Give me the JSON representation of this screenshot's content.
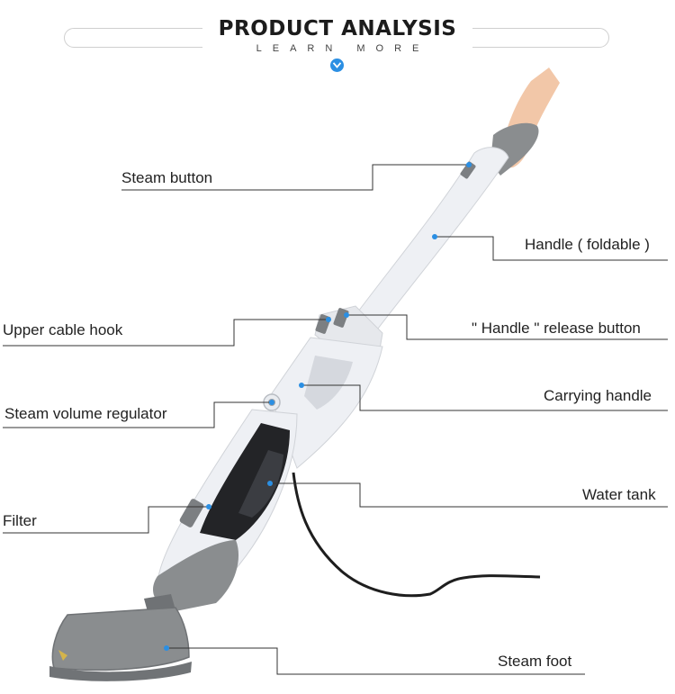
{
  "header": {
    "title": "PRODUCT ANALYSIS",
    "subtitle": "LEARN MORE"
  },
  "labels": {
    "steam_button": "Steam button",
    "handle_foldable": "Handle ( foldable )",
    "upper_cable_hook": "Upper cable hook",
    "handle_release_button": "\" Handle \" release button",
    "steam_volume_regulator": "Steam volume regulator",
    "carrying_handle": "Carrying handle",
    "filter": "Filter",
    "water_tank": "Water tank",
    "steam_foot": "Steam foot"
  },
  "colors": {
    "accent_blue": "#2b8fe3",
    "body_white": "#eef0f4",
    "body_grey": "#8a8d8f",
    "tank_dark": "#222326",
    "line": "#333333"
  },
  "icons": {
    "down_badge": "chevron-down-icon"
  }
}
